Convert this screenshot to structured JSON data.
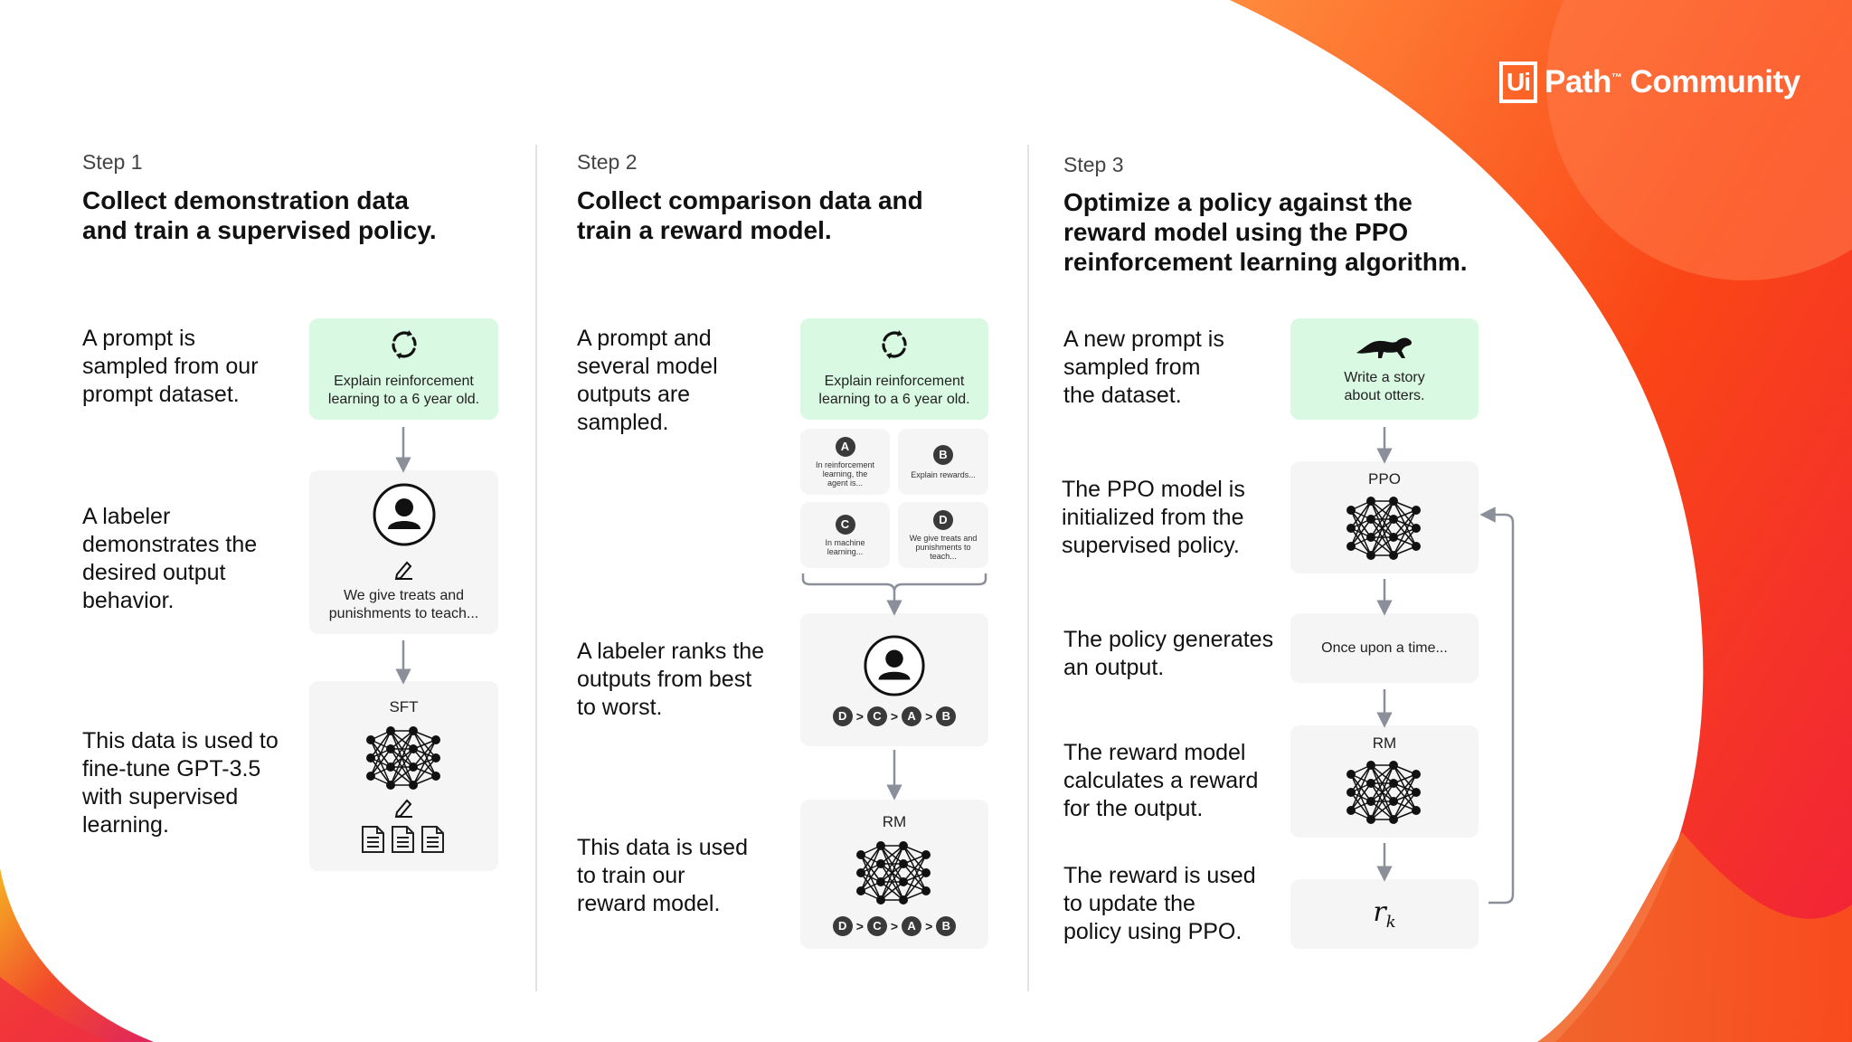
{
  "brand": {
    "mark": "Ui",
    "name": "Path",
    "trademark": "™",
    "suffix": "Community"
  },
  "colors": {
    "accent": "#fa4616",
    "green_box": "#d9f9e2",
    "gray_box": "#f5f5f5",
    "arrow": "#8a8f9a"
  },
  "step1": {
    "step": "Step 1",
    "title_line1": "Collect demonstration data",
    "title_line2": "and train a supervised policy.",
    "desc1": [
      "A prompt is",
      "sampled from our",
      "prompt dataset."
    ],
    "desc2": [
      "A labeler",
      "demonstrates the",
      "desired output",
      "behavior."
    ],
    "desc3": [
      "This data is used to",
      "fine-tune GPT-3.5",
      "with supervised",
      "learning."
    ],
    "prompt_text": [
      "Explain reinforcement",
      "learning to a 6 year old."
    ],
    "demo_text": [
      "We give treats and",
      "punishments to teach..."
    ],
    "model_label": "SFT"
  },
  "step2": {
    "step": "Step 2",
    "title_line1": "Collect comparison data and",
    "title_line2": "train a reward model.",
    "desc1": [
      "A prompt and",
      "several model",
      "outputs are",
      "sampled."
    ],
    "desc2": [
      "A labeler ranks the",
      "outputs from best",
      "to worst."
    ],
    "desc3": [
      "This data is used",
      "to train our",
      "reward model."
    ],
    "prompt_text": [
      "Explain reinforcement",
      "learning to a 6 year old."
    ],
    "outputs": [
      {
        "letter": "A",
        "text": [
          "In reinforcement",
          "learning, the",
          "agent is..."
        ]
      },
      {
        "letter": "B",
        "text": [
          "Explain rewards..."
        ]
      },
      {
        "letter": "C",
        "text": [
          "In machine",
          "learning..."
        ]
      },
      {
        "letter": "D",
        "text": [
          "We give treats and",
          "punishments to",
          "teach..."
        ]
      }
    ],
    "ranking": [
      "D",
      "C",
      "A",
      "B"
    ],
    "rank_sep": ">",
    "model_label": "RM"
  },
  "step3": {
    "step": "Step 3",
    "title_line1": "Optimize a policy against the",
    "title_line2": "reward model using the PPO",
    "title_line3": "reinforcement learning algorithm.",
    "desc1": [
      "A new prompt is",
      "sampled from",
      "the dataset."
    ],
    "desc2": [
      "The PPO model is",
      "initialized from the",
      "supervised policy."
    ],
    "desc3": [
      "The policy generates",
      "an output."
    ],
    "desc4": [
      "The reward model",
      "calculates a reward",
      "for the output."
    ],
    "desc5": [
      "The reward is used",
      "to update the",
      "policy using PPO."
    ],
    "prompt_text": [
      "Write a story",
      "about otters."
    ],
    "ppo_label": "PPO",
    "output_text": "Once upon a time...",
    "rm_label": "RM",
    "reward_symbol": "r",
    "reward_sub": "k"
  }
}
